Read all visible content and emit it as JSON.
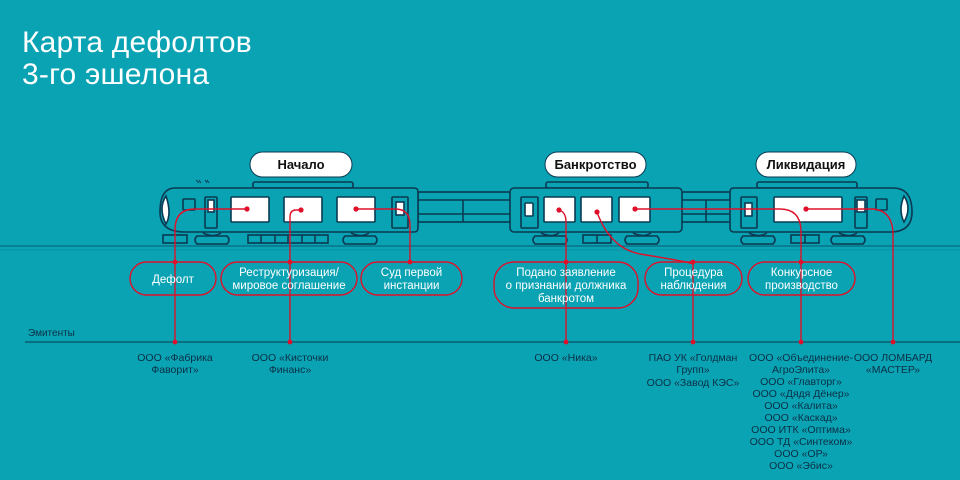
{
  "title": {
    "line1": "Карта дефолтов",
    "line2": "3-го эшелона"
  },
  "colors": {
    "background": "#0aa3b4",
    "train_stroke": "#0b3a52",
    "accent_red": "#e0102a",
    "window_fill": "#ffffff",
    "text_dark": "#0b2f45"
  },
  "stages": [
    {
      "id": "start",
      "label": "Начало"
    },
    {
      "id": "bankruptcy",
      "label": "Банкротство"
    },
    {
      "id": "liquidation",
      "label": "Ликвидация"
    }
  ],
  "axis_label": "Эмитенты",
  "steps": [
    {
      "id": "default",
      "lines": [
        "Дефолт"
      ]
    },
    {
      "id": "restructuring",
      "lines": [
        "Реструктуризация/",
        "мировое соглашение"
      ]
    },
    {
      "id": "first-instance-court",
      "lines": [
        "Суд первой",
        "инстанции"
      ]
    },
    {
      "id": "bankruptcy-petition",
      "lines": [
        "Подано заявление",
        "о признании должника",
        "банкротом"
      ]
    },
    {
      "id": "supervision",
      "lines": [
        "Процедура",
        "наблюдения"
      ]
    },
    {
      "id": "competitive-proceedings",
      "lines": [
        "Конкурсное",
        "производство"
      ]
    }
  ],
  "issuers": [
    {
      "step": "default",
      "lines": [
        "ООО «Фабрика",
        "Фаворит»"
      ]
    },
    {
      "step": "restructuring",
      "lines": [
        "ООО «Кисточки",
        "Финанс»"
      ]
    },
    {
      "step": "bankruptcy-petition",
      "lines": [
        "ООО «Ника»"
      ]
    },
    {
      "step": "supervision",
      "lines": [
        "ПАО УК «Голдман",
        "Групп»",
        "ООО «Завод КЭС»"
      ]
    },
    {
      "step": "competitive-proceedings",
      "lines": [
        "ООО «Объединение-",
        "АгроЭлита»",
        "ООО «Главторг»",
        "ООО «Дядя Дёнер»",
        "ООО «Калита»",
        "ООО «Каскад»",
        "ООО ИТК «Оптима»",
        "ООО ТД «Синтеком»",
        "ООО «ОР»",
        "ООО «Эбис»"
      ]
    },
    {
      "step": "liquidation",
      "lines": [
        "ООО ЛОМБАРД",
        "«МАСТЕР»"
      ]
    }
  ]
}
